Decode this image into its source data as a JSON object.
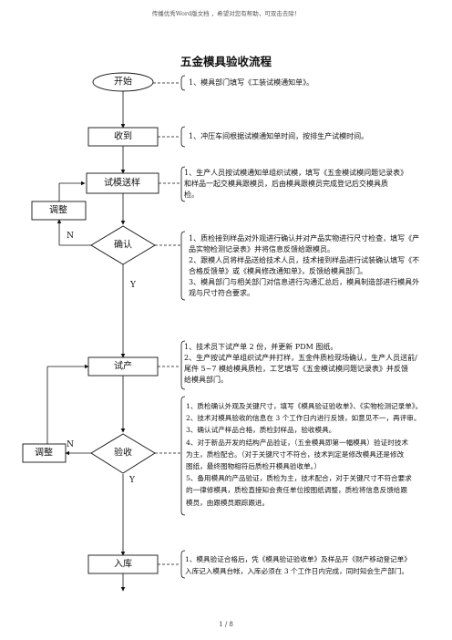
{
  "header": "传播优秀Word版文档 ，希望对您有帮助，可双击去除！",
  "title": "五金模具验收流程",
  "nodes": {
    "start": "开始",
    "receive": "收到",
    "send": "试模送样",
    "adjust1": "调整",
    "confirm": "确认",
    "trial": "试产",
    "adjust2": "调整",
    "accept": "验收",
    "store": "入库"
  },
  "branch_labels": {
    "n1": "N",
    "y1": "Y",
    "n2": "N",
    "y2": "Y"
  },
  "notes": {
    "start": [
      "1、模具部门填写《工装试模通知单》。"
    ],
    "receive": [
      "1、冲压车间根据试模通知单时间，按排生产试模时间。"
    ],
    "send": [
      "1、生产人员按试模通知单组织试模，填写《五金模试模问题记录表》",
      "    和样品一起交模具跟模员，后由模具跟模员完成登记后交模具质",
      "    检。"
    ],
    "confirm": [
      "1、质检接到样品对外观进行确认并对产品实物进行尺寸检查，填写《产",
      "    品实物检测记录表》并将信息反馈给跟模员。",
      "2、跟模人员将样品送给技术人员，技术接到样品进行试装确认填写《不",
      "    合格反馈单》或《模具修改通知单》，反馈给模具部门。",
      "3、模具部门与相关部门对信息进行沟通汇总后，模具制造部进行模具外",
      "    观与尺寸符合要求。"
    ],
    "trial": [
      "1、技术员下试产单 2 份，并更新 PDM 图纸。",
      "2、生产按试产单组织试产并打样，五金件质检现场确认，生产人员送前/",
      "    尾件 5~7 模给模具质检，工艺填写《五金模试模问题记录表》并反馈",
      "    给模具部门。"
    ],
    "accept": [
      "1、质检确认外观及关键尺寸，填写《模具验证验收单》、《实物检测记录单》。",
      "2、技术对模具验收的信息在 3 个工作日内进行反馈，如意见不一，再评审。",
      "3、确认试产样品合格，质检封样品，验收模具。",
      "4、对于新品开发的结构产品验证，（五金模具即第一幅模具）验证时技术",
      "为主，质检配合。（对于关键尺寸不符合，技术判定是修改模具还是修改",
      "图纸，最终图物相符后质检开模具验收单。）",
      "5、备用模具的产品验证，质检为主，技术配合，对于关键尺寸不符合要求",
      "的一律修模具，质检直接知会责任单位按图纸调整，质检将信息反馈给跟",
      "模员，由跟模员跟踪跟进。"
    ],
    "store": [
      "1、模具验证合格后，凭《模具验证验收单》及样品开《财产移动登记单》",
      "入库记入模具台帐，入库必须在 3 个工作日内完成，同时知会生产部门。"
    ]
  },
  "footer": "1 / 8"
}
